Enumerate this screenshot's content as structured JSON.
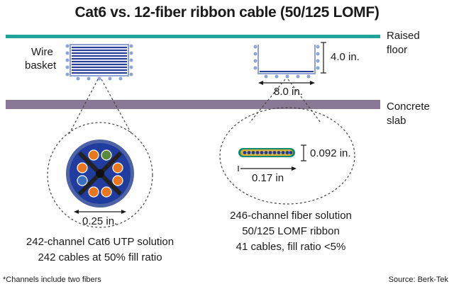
{
  "title": "Cat6 vs. 12-fiber ribbon cable (50/125 LOMF)",
  "labels": {
    "raised_floor_1": "Raised",
    "raised_floor_2": "floor",
    "concrete_1": "Concrete",
    "concrete_2": "slab",
    "wire_basket_1": "Wire",
    "wire_basket_2": "basket",
    "basket_height": "4.0 in.",
    "basket_width": "8.0 in.",
    "cat6_diameter": "0.25 in.",
    "ribbon_height": "0.092 in.",
    "ribbon_width": "0.17 in"
  },
  "captions": {
    "cat6_line1": "242-channel Cat6 UTP solution",
    "cat6_line2": "242 cables at 50% fill ratio",
    "fiber_line1": "246-channel fiber solution",
    "fiber_line2": "50/125 LOMF ribbon",
    "fiber_line3": "41 cables, fill ratio <5%"
  },
  "footnote": "*Channels include two fibers",
  "source": "Source: Berk-Tek",
  "colors": {
    "floor": "#1fa39a",
    "slab": "#8a7897",
    "basket": "#8ea3d3",
    "cable_fill": "#1f3c9e",
    "jacket": "#4e63a6",
    "pair_orange": "#e8771e",
    "ribbon_fill": "#d9b23a",
    "ribbon_stroke": "#0a8a70"
  }
}
